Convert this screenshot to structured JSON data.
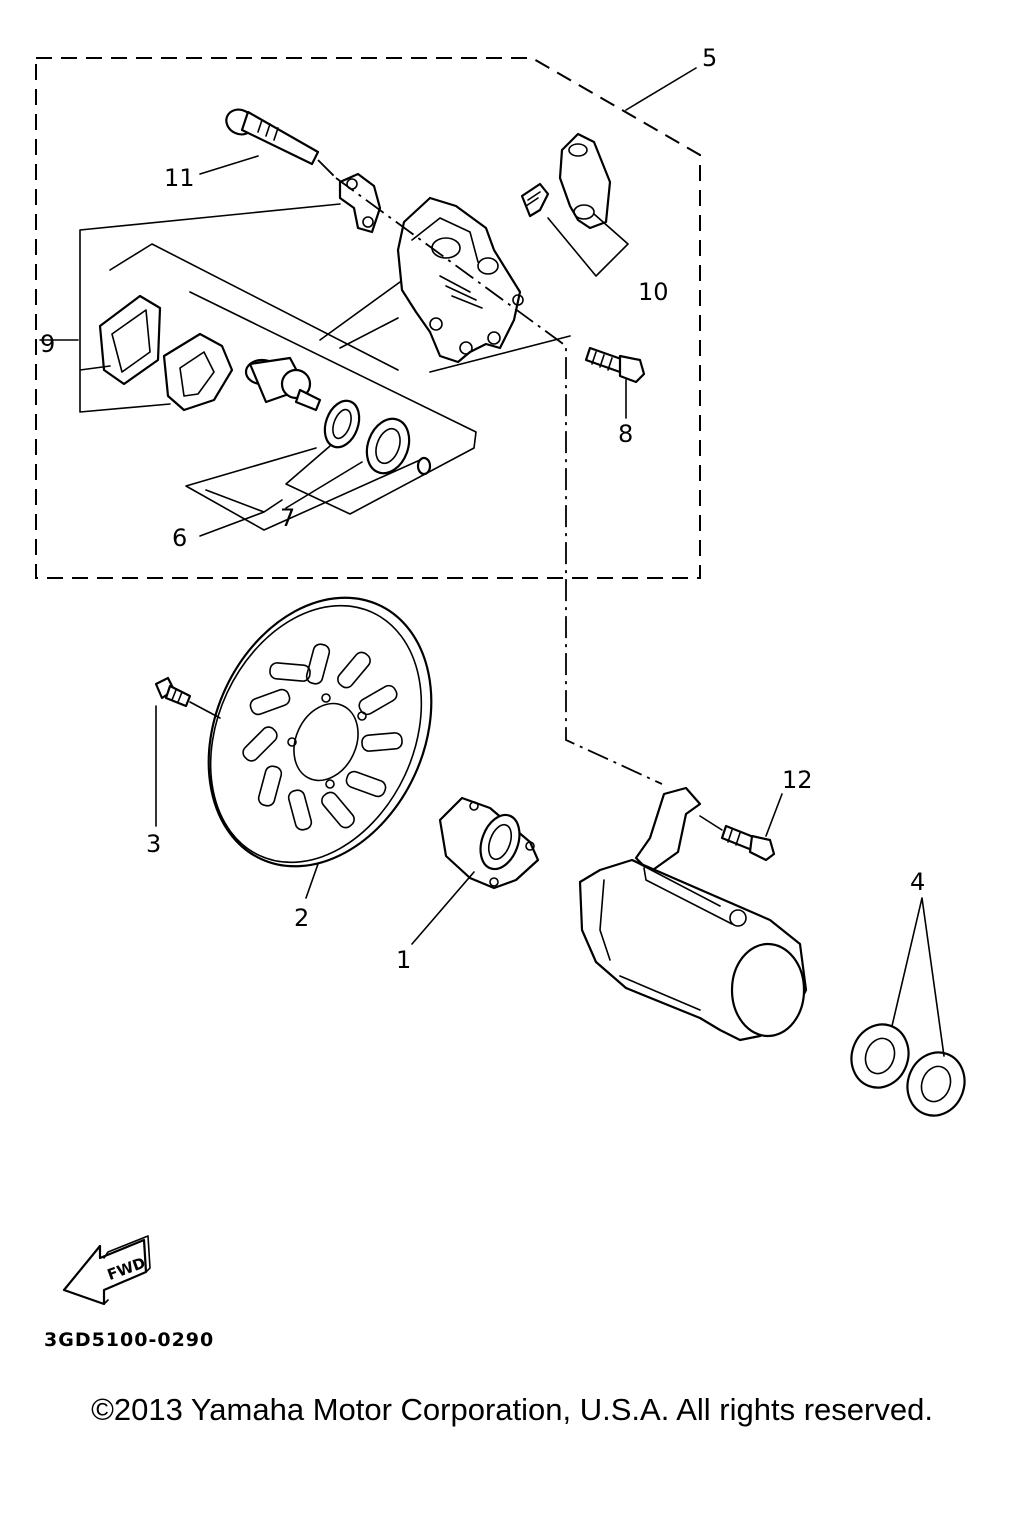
{
  "callouts": {
    "c1": "1",
    "c2": "2",
    "c3": "3",
    "c4": "4",
    "c5": "5",
    "c6": "6",
    "c7": "7",
    "c8": "8",
    "c9": "9",
    "c10": "10",
    "c11": "11",
    "c12": "12"
  },
  "arrow_label": "FWD",
  "diagram_code": "3GD5100-0290",
  "copyright": "©2013 Yamaha Motor Corporation, U.S.A. All rights reserved."
}
